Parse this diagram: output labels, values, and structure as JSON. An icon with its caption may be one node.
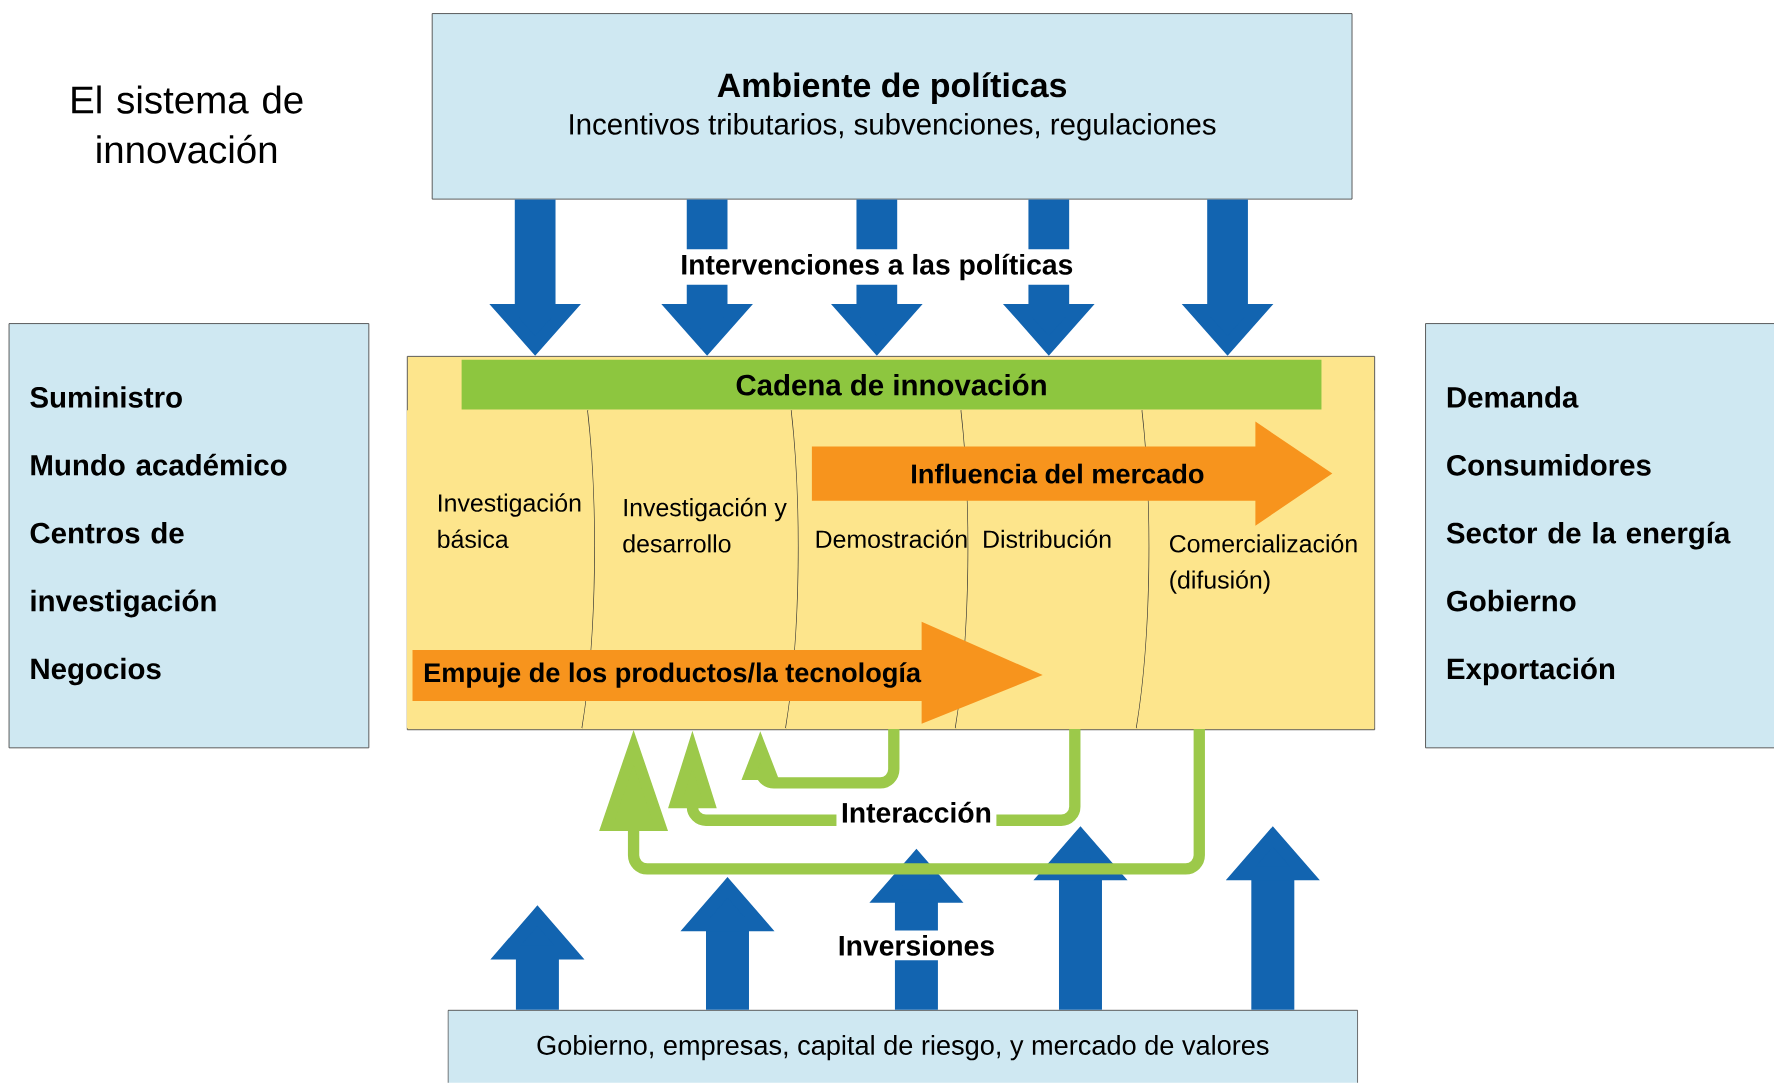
{
  "diagram": {
    "title": "El sistema de innovación",
    "nodes": [
      {
        "text": [
          "Ambiente de políticas",
          "Incentivos tributarios, subvenciones, regulaciones"
        ]
      },
      {
        "text": [
          "Suministro",
          "Mundo académico",
          "Centros de investigación",
          "Negocios"
        ]
      },
      {
        "text": [
          "Cadena de innovación"
        ]
      },
      {
        "text": [
          "Investigación básica"
        ],
        "in": 2
      },
      {
        "text": [
          "Investigación y desarrollo"
        ],
        "in": 2
      },
      {
        "text": [
          "Demostración"
        ],
        "in": 2
      },
      {
        "text": [
          "Distribución"
        ],
        "in": 2
      },
      {
        "text": [
          "Comercialización (difusión)"
        ],
        "in": 2
      },
      {
        "text": [
          "Influencia del mercado"
        ],
        "in": 2
      },
      {
        "text": [
          "Empuje de los productos/la tecnología"
        ],
        "in": 2
      },
      {
        "text": [
          "Demanda",
          "Consumidores",
          "Sector de la energía",
          "Gobierno",
          "Exportación"
        ]
      },
      {
        "text": [
          "Gobierno, empresas, capital de riesgo, y mercado de valores"
        ]
      }
    ],
    "edges": [
      {
        "from": 0,
        "to": 2,
        "arrow": "to"
      },
      {
        "from": 0,
        "to": 2,
        "arrow": "to"
      },
      {
        "from": 0,
        "to": 2,
        "arrow": "to"
      },
      {
        "from": 0,
        "to": 2,
        "arrow": "to"
      },
      {
        "from": 0,
        "to": 2,
        "arrow": "to"
      },
      {
        "from": 11,
        "to": null,
        "arrow": "to"
      },
      {
        "from": 11,
        "to": null,
        "arrow": "to"
      },
      {
        "from": 11,
        "to": null,
        "arrow": "to",
        "label": "Inversiones"
      },
      {
        "from": 11,
        "to": null,
        "arrow": "to"
      },
      {
        "from": 11,
        "to": null,
        "arrow": "to"
      },
      {
        "from": 5,
        "to": 4,
        "arrow": "to",
        "color": "#9cc94a"
      },
      {
        "from": 6,
        "to": 4,
        "arrow": "to",
        "color": "#9cc94a"
      },
      {
        "from": 7,
        "to": 4,
        "arrow": "to",
        "color": "#9cc94a"
      }
    ],
    "labels": [
      "Intervenciones a las políticas",
      "Interacción"
    ]
  }
}
